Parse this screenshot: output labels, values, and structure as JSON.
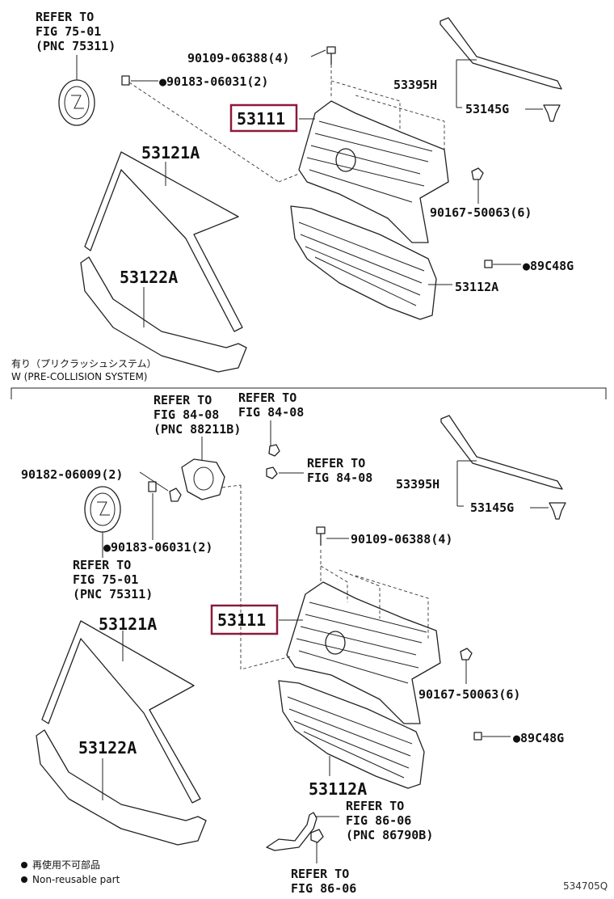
{
  "top": {
    "refer_emblem": [
      "REFER TO",
      "FIG 75-01",
      "(PNC 75311)"
    ],
    "bolt": "90109-06388(4)",
    "clip_emblem": "●90183-06031(2)",
    "grille": "53111",
    "molding_upper": "53121A",
    "molding_lower": "53122A",
    "strip": "53395H",
    "strip_clip": "53145G",
    "nut": "90167-50063(6)",
    "clip_lower": "●89C48G",
    "lower_grille": "53112A"
  },
  "condition": {
    "jp": "有り（プリクラッシュシステム）",
    "en": "W (PRE-COLLISION SYSTEM)"
  },
  "bottom": {
    "refer_sensor": [
      "REFER TO",
      "FIG 84-08",
      "(PNC 88211B)"
    ],
    "refer_fig84_a": [
      "REFER TO",
      "FIG 84-08"
    ],
    "refer_fig84_b": [
      "REFER TO",
      "FIG 84-08"
    ],
    "screw": "90182-06009(2)",
    "clip_emblem": "●90183-06031(2)",
    "refer_emblem": [
      "REFER TO",
      "FIG 75-01",
      "(PNC 75311)"
    ],
    "bolt": "90109-06388(4)",
    "grille": "53111",
    "molding_upper": "53121A",
    "molding_lower": "53122A",
    "strip": "53395H",
    "strip_clip": "53145G",
    "nut": "90167-50063(6)",
    "clip_lower": "●89C48G",
    "lower_grille": "53112A",
    "refer_harness": [
      "REFER TO",
      "FIG 86-06",
      "(PNC 86790B)"
    ],
    "refer_fig86": [
      "REFER TO",
      "FIG 86-06"
    ]
  },
  "legend": {
    "jp": "再使用不可部品",
    "en": "Non-reusable part"
  },
  "diagram_id": "534705Q"
}
